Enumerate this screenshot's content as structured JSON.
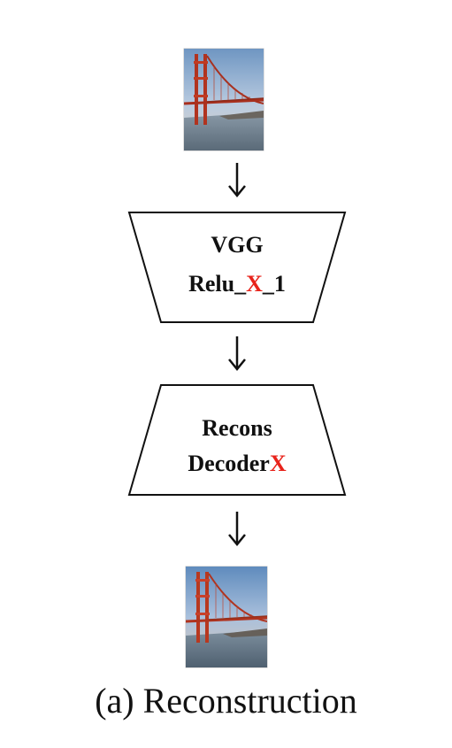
{
  "input_image": {
    "icon": "golden-gate-bridge-photo"
  },
  "encoder": {
    "line1": "VGG",
    "line2_prefix": "Relu_",
    "line2_var": "X",
    "line2_suffix": "_1"
  },
  "decoder": {
    "line1": "Recons",
    "line2_prefix": "Decoder",
    "line2_var": "X"
  },
  "output_image": {
    "icon": "golden-gate-bridge-photo"
  },
  "caption": "(a) Reconstruction",
  "colors": {
    "highlight": "#e8231b",
    "stroke": "#111111"
  }
}
